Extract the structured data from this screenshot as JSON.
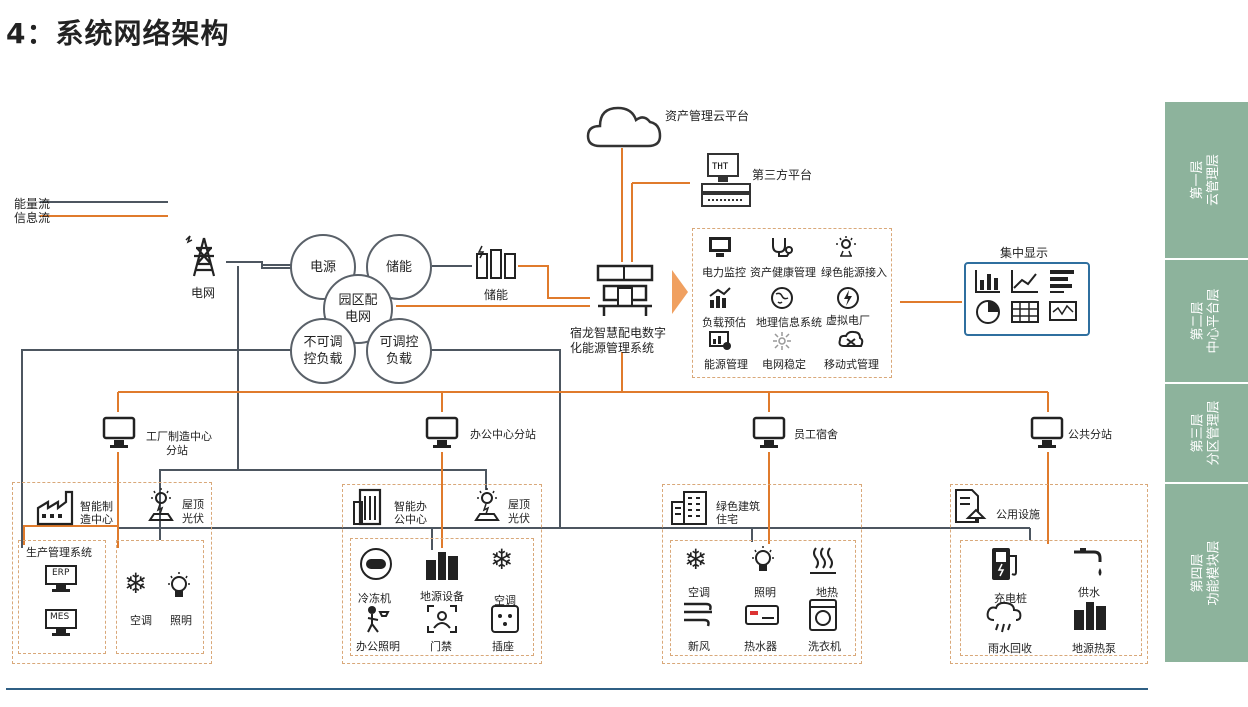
{
  "title": "4：系统网络架构",
  "legend": {
    "energy": "能量流",
    "info": "信息流"
  },
  "colors": {
    "energy": "#4d5660",
    "info": "#e07b2c",
    "layer_bg": "#8db39c",
    "accent": "#2f5f84"
  },
  "cloud": {
    "label": "资产管理云平台"
  },
  "third_party": {
    "label": "第三方平台"
  },
  "grid": {
    "label": "电网"
  },
  "circles": {
    "power": "电源",
    "storage": "储能",
    "park_grid": "园区配电网",
    "noncontrol": "不可调控负载",
    "control": "可调控负载"
  },
  "storage_battery": {
    "label": "储能"
  },
  "core_system": {
    "label_line1": "宿龙智慧配电数字",
    "label_line2": "化能源管理系统"
  },
  "platform_modules": [
    "电力监控",
    "资产健康管理",
    "绿色能源接入",
    "负载预估",
    "地理信息系统",
    "虚拟电厂",
    "能源管理",
    "电网稳定",
    "移动式管理"
  ],
  "display": {
    "label": "集中显示"
  },
  "substations": {
    "factory": {
      "label_line1": "工厂制造中心",
      "label_line2": "分站"
    },
    "office": {
      "label": "办公中心分站"
    },
    "dorm": {
      "label": "员工宿舍"
    },
    "public": {
      "label": "公共分站"
    }
  },
  "zones": {
    "factory": {
      "center_line1": "智能制",
      "center_line2": "造中心",
      "pv_line1": "屋顶",
      "pv_line2": "光伏",
      "mgmt": "生产管理系统",
      "erp": "ERP",
      "mes": "MES",
      "ac": "空调",
      "light": "照明"
    },
    "office": {
      "center_line1": "智能办",
      "center_line2": "公中心",
      "pv_line1": "屋顶",
      "pv_line2": "光伏",
      "items": [
        "冷冻机",
        "地源设备",
        "空调",
        "办公照明",
        "门禁",
        "插座"
      ]
    },
    "dorm": {
      "center_line1": "绿色建筑",
      "center_line2": "住宅",
      "items": [
        "空调",
        "照明",
        "地热",
        "新风",
        "热水器",
        "洗衣机"
      ]
    },
    "public": {
      "center": "公用设施",
      "items": [
        "充电桩",
        "供水",
        "雨水回收",
        "地源热泵"
      ]
    }
  },
  "layers": [
    {
      "line1": "第一层",
      "line2": "云管理层"
    },
    {
      "line1": "第二层",
      "line2": "中心平台层"
    },
    {
      "line1": "第三层",
      "line2": "分区管理层"
    },
    {
      "line1": "第四层",
      "line2": "功能模块层"
    }
  ]
}
